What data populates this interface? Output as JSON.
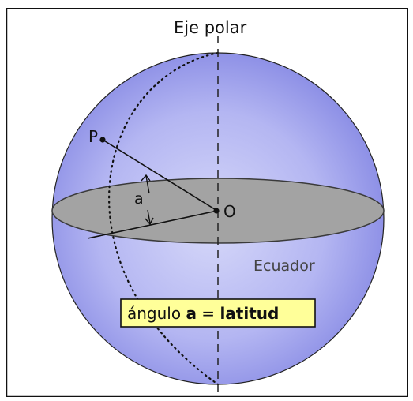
{
  "diagram": {
    "labels": {
      "axis": "Eje polar",
      "point_p": "P",
      "point_o": "O",
      "angle": "a",
      "equator": "Ecuador"
    },
    "caption": {
      "prefix": "ángulo ",
      "var": "a",
      "equals": " = ",
      "term": "latitud"
    },
    "colors": {
      "sphere_light": "#d2d4f8",
      "sphere_dark": "#7c7fe2",
      "equator_plane": "#a3a3a3",
      "caption_bg": "#ffff99",
      "lines": "#111111"
    }
  }
}
